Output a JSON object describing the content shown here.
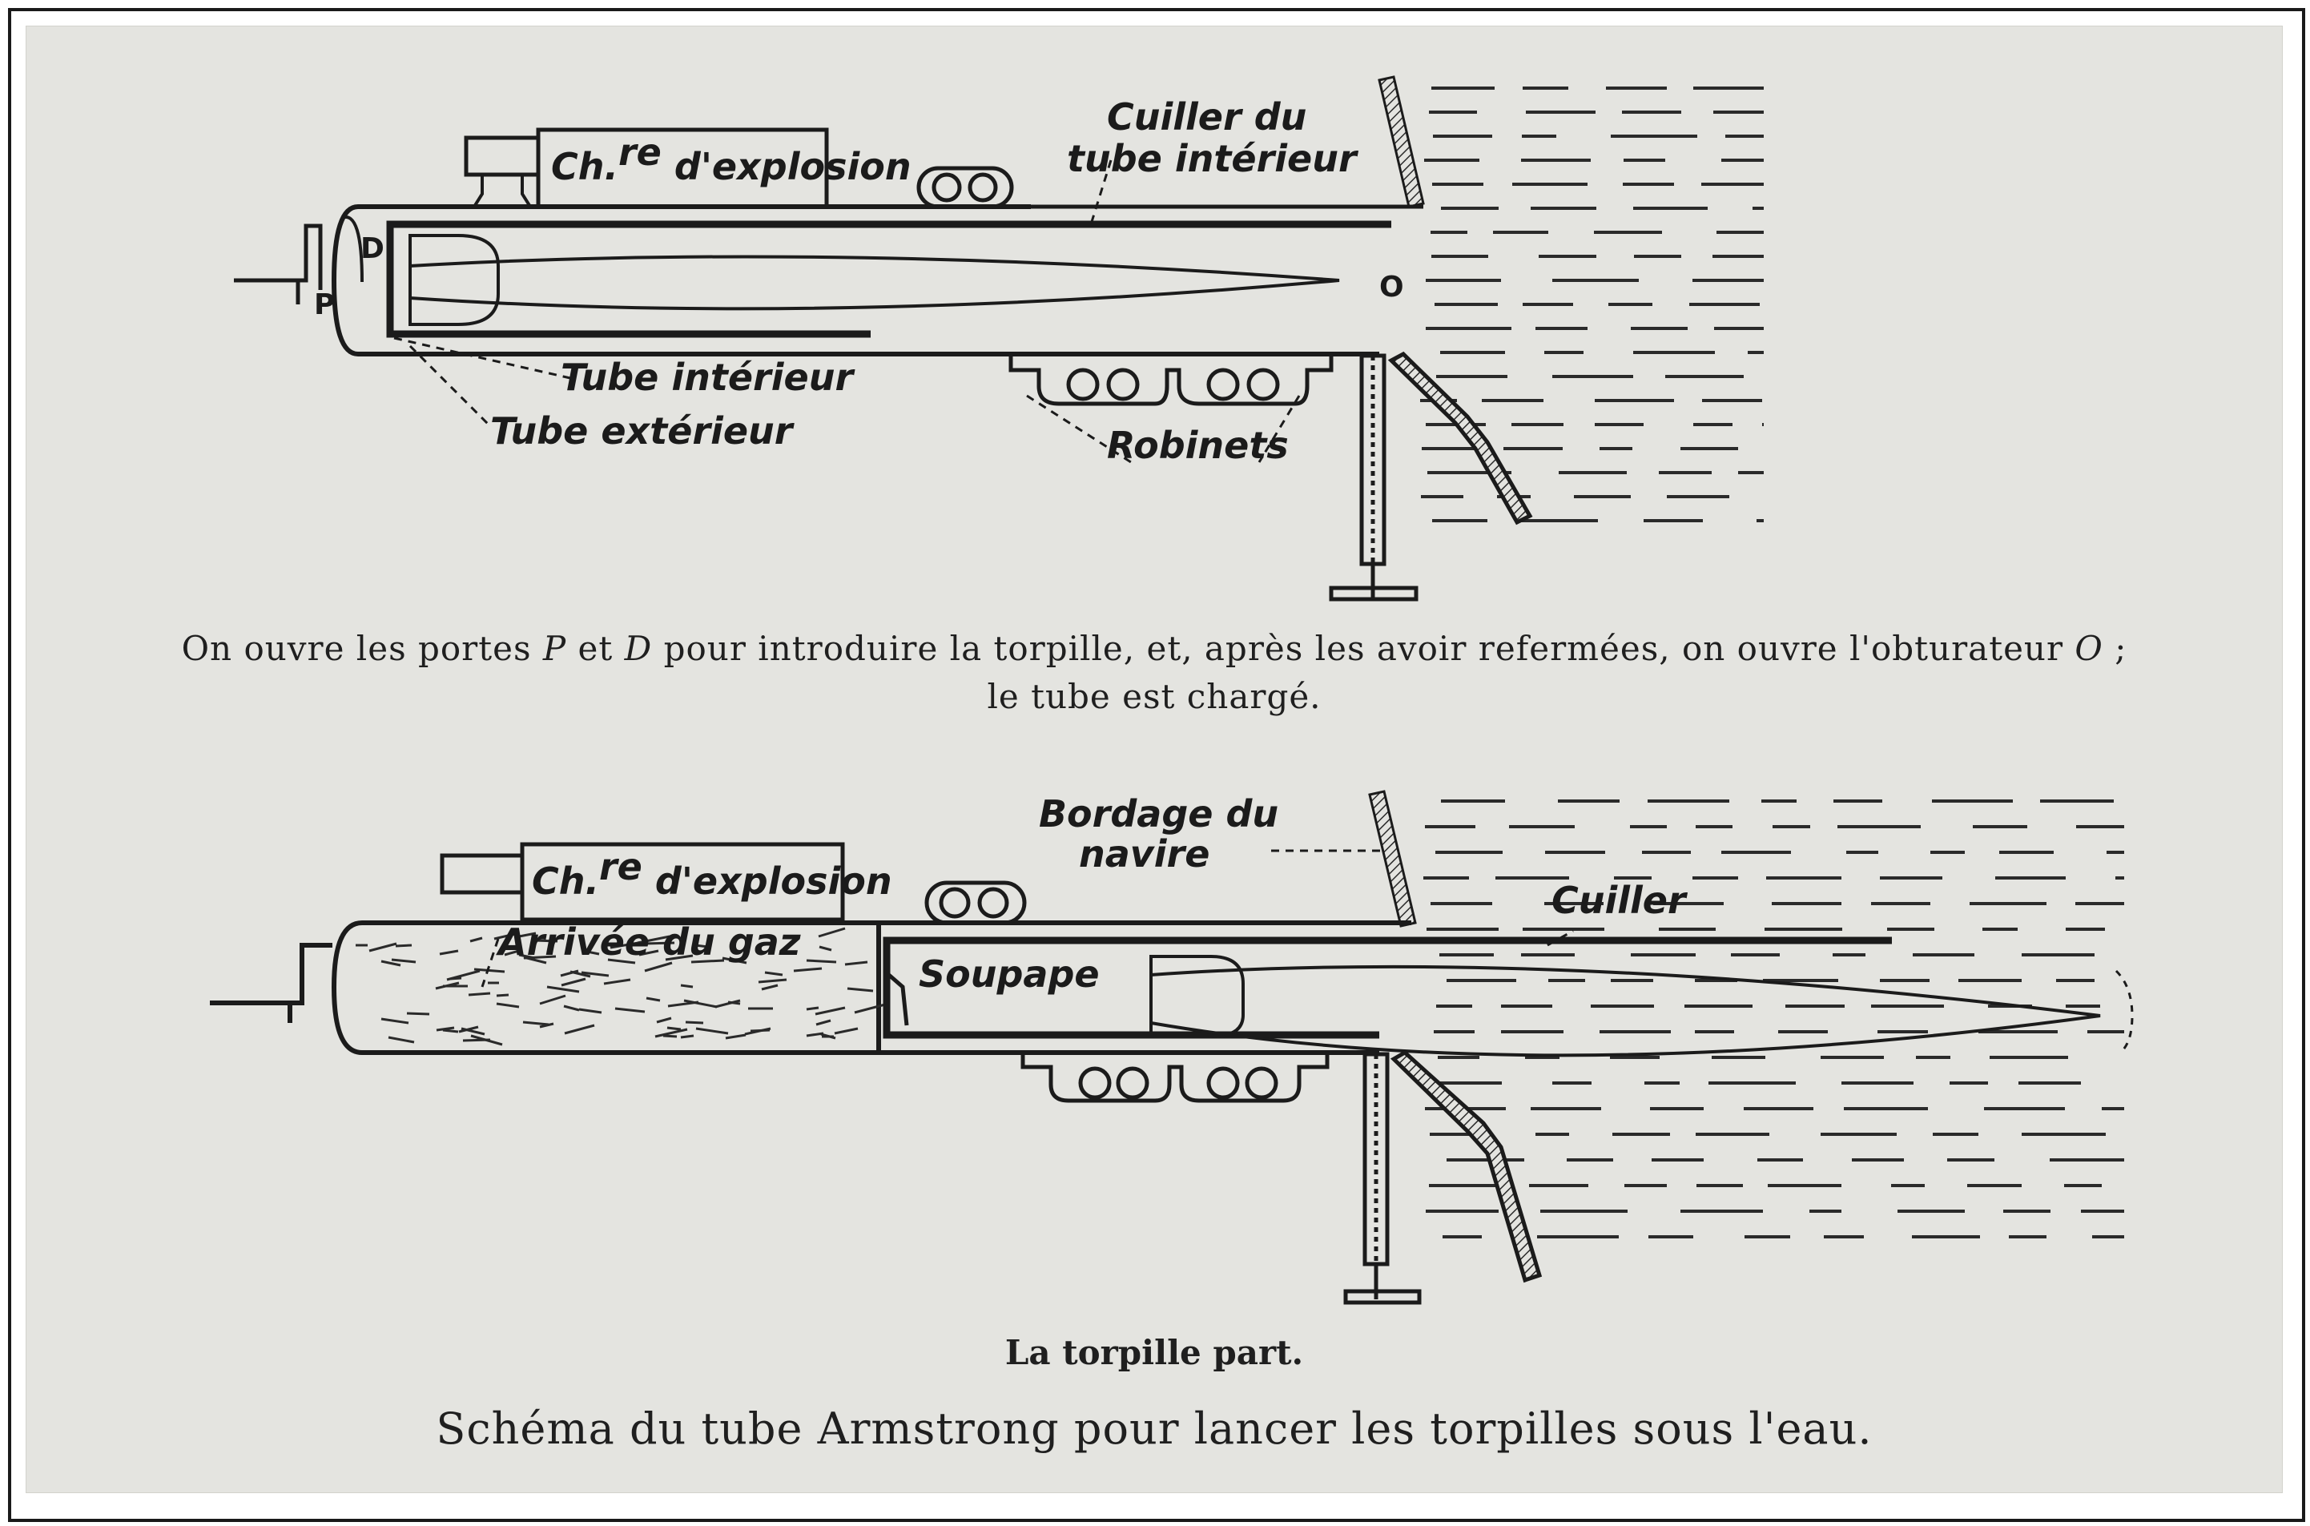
{
  "figure_top": {
    "label_chambre_prefix": "Ch.",
    "label_chambre_sup": "re",
    "label_chambre_suffix": " d'explosion",
    "label_cuiller_line1": "Cuiller du",
    "label_cuiller_line2": "tube intérieur",
    "label_D": "D",
    "label_P": "P",
    "label_O": "O",
    "label_tube_interieur": "Tube intérieur",
    "label_tube_exterieur": "Tube extérieur",
    "label_robinets": "Robinets"
  },
  "caption_top": {
    "part1": "On ouvre les portes ",
    "P": "P",
    "part2": " et ",
    "D": "D",
    "part3": " pour introduire la torpille, et, après les avoir refermées, on ouvre l'obturateur ",
    "O": "O",
    "part4": " ;",
    "line2": "le tube est chargé."
  },
  "figure_bottom": {
    "label_chambre_prefix": "Ch.",
    "label_chambre_sup": "re",
    "label_chambre_suffix": " d'explosion",
    "label_bordage_line1": "Bordage du",
    "label_bordage_line2": "navire",
    "label_cuiller": "Cuiller",
    "label_arrivee_gaz": "Arrivée du gaz",
    "label_soupape": "Soupape"
  },
  "caption_bottom": "La torpille part.",
  "caption_main": "Schéma du tube Armstrong pour lancer les torpilles sous l'eau."
}
